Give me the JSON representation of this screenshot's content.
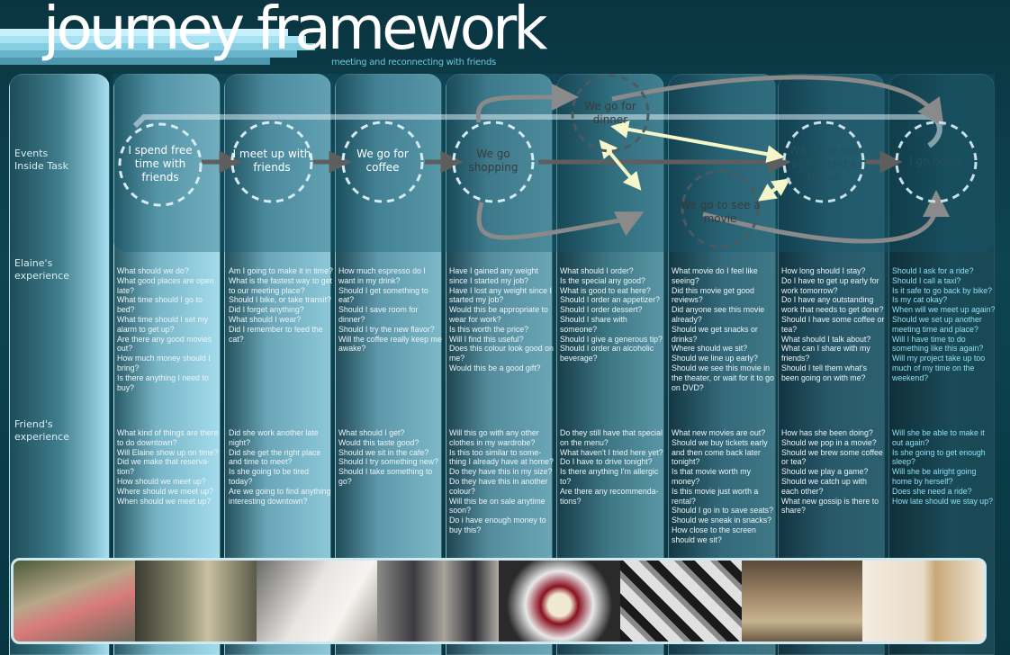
{
  "header": {
    "title": "journey framework",
    "subtitle": "meeting and reconnecting with friends"
  },
  "row_labels": {
    "events": "Events\nInside Task",
    "elaine": "Elaine's\nexperience",
    "friend": "Friend's\nexperience"
  },
  "events": [
    "I spend free time with friends",
    "I meet up with friends",
    "We go for coffee",
    "We go shopping",
    "We go for dinner",
    "We go to see a movie",
    "We hang out at a friend's house",
    "I go home"
  ],
  "colors": {
    "arrow_gray": "#8a8a8a",
    "arrow_yellow": "#f6f7c8",
    "node_light": "#cfe6ec",
    "node_dark": "#4a5a60"
  },
  "elaine": [
    [
      "What should we do?",
      "What good places are open late?",
      "What time should I go to bed?",
      "What time should I set my alarm to get up?",
      "Are there any good movies out?",
      "How much money should I bring?",
      "Is there anything I need to buy?"
    ],
    [
      "Am I going to make it in time?",
      "What is the fastest way to get to our meeting place?",
      "Should I bike, or take transit?",
      "Did I forget anything?",
      "What should I wear?",
      "Did I remember to feed the cat?"
    ],
    [
      "How much espresso do I want in my drink?",
      "Should I get something to eat?",
      "Should I save room for dinner?",
      "Should I try the new flavor?",
      "Will the coffee really keep me awake?"
    ],
    [
      "Have I gained any weight since I started my job?",
      "Have I lost any weight since I started my job?",
      "Would this be appropriate to wear for work?",
      "Is this worth the price?",
      "Will I find this useful?",
      "Does this colour look good on me?",
      "Would this be a good gift?"
    ],
    [
      "What should I order?",
      "Is the special any good?",
      "What is good to eat here?",
      "Should I order an appetizer?",
      "Should I order dessert?",
      "Should I share with someone?",
      "Should I give a generous tip?",
      "Should I order an alcoholic beverage?"
    ],
    [
      "What movie do I feel like seeing?",
      "Did this movie get good reviews?",
      "Did anyone see this movie already?",
      "Should we get snacks or drinks?",
      "Where should we sit?",
      "Should we line up early?",
      "Should we see this movie in the theater, or wait for it to go on DVD?"
    ],
    [
      "How long should I stay?",
      "Do I have to get up early for work tomorrow?",
      "Do I have any outstanding work that needs to get done?",
      "Should I have some coffee or tea?",
      "What should I talk about?",
      "What can I share with my friends?",
      "Should I tell them what's been going on with me?"
    ],
    [
      "Should I ask for a ride?",
      "Should I call a taxi?",
      "Is it safe to go back by bike?",
      "Is my cat okay?",
      "When will we meet up again?",
      "Should we set up another meeting time and place?",
      "Will I have time to do something like this again?",
      "Will my project take up too much of my time on the weekend?"
    ]
  ],
  "friend": [
    [
      "What kind of things are there to do downtown?",
      "Will Elaine show up on time?",
      "Did we make that reserva-tion?",
      "How should we meet up?",
      "Where should we meet up?",
      "When should we meet up?"
    ],
    [
      "Did she work another late night?",
      "Did she get the right place and time to meet?",
      "Is she going to be tired today?",
      "Are we going to find anything interesting downtown?"
    ],
    [
      "What should I get?",
      "Would this taste good?",
      "Should we sit in the cafe?",
      "Should I try something new?",
      "Should I take something to go?"
    ],
    [
      "Will this go with any other clothes in my wardrobe?",
      "Is this too similar to some-thing I already have at home?",
      "Do they have this in my size?",
      "Do they have this in another colour?",
      "Will this be on sale anytime soon?",
      "Do i have enough money to buy this?"
    ],
    [
      "Do they still have that special on the menu?",
      "What haven't I tried here yet?",
      "Do I have to drive tonight?",
      "Is there anything I'm allergic to?",
      "Are there any recommenda-tions?"
    ],
    [
      "What new movies are out?",
      "Should we buy tickets early and then come back later tonight?",
      "Is that movie worth my money?",
      "Is this movie just worth a rental?",
      "Should I go in to save seats?",
      "Should we sneak in snacks?",
      "How close to the screen should we sit?"
    ],
    [
      "How has she been doing?",
      "Should we pop in a movie?",
      "Should we brew some coffee or tea?",
      "Should we play a game?",
      "Should we catch up with each other?",
      "What new gossip is there to share?"
    ],
    [
      "Will she be able to make it out again?",
      "Is she going to get enough sleep?",
      "Will she be alright going home by herself?",
      "Does she need a ride?",
      "How late should we stay up?"
    ]
  ],
  "photos": [
    "friends-patio",
    "bus-interior",
    "hand-holding-cup",
    "shoppers-walking",
    "dessert-plate",
    "film-reel",
    "living-room",
    "door-handle"
  ]
}
